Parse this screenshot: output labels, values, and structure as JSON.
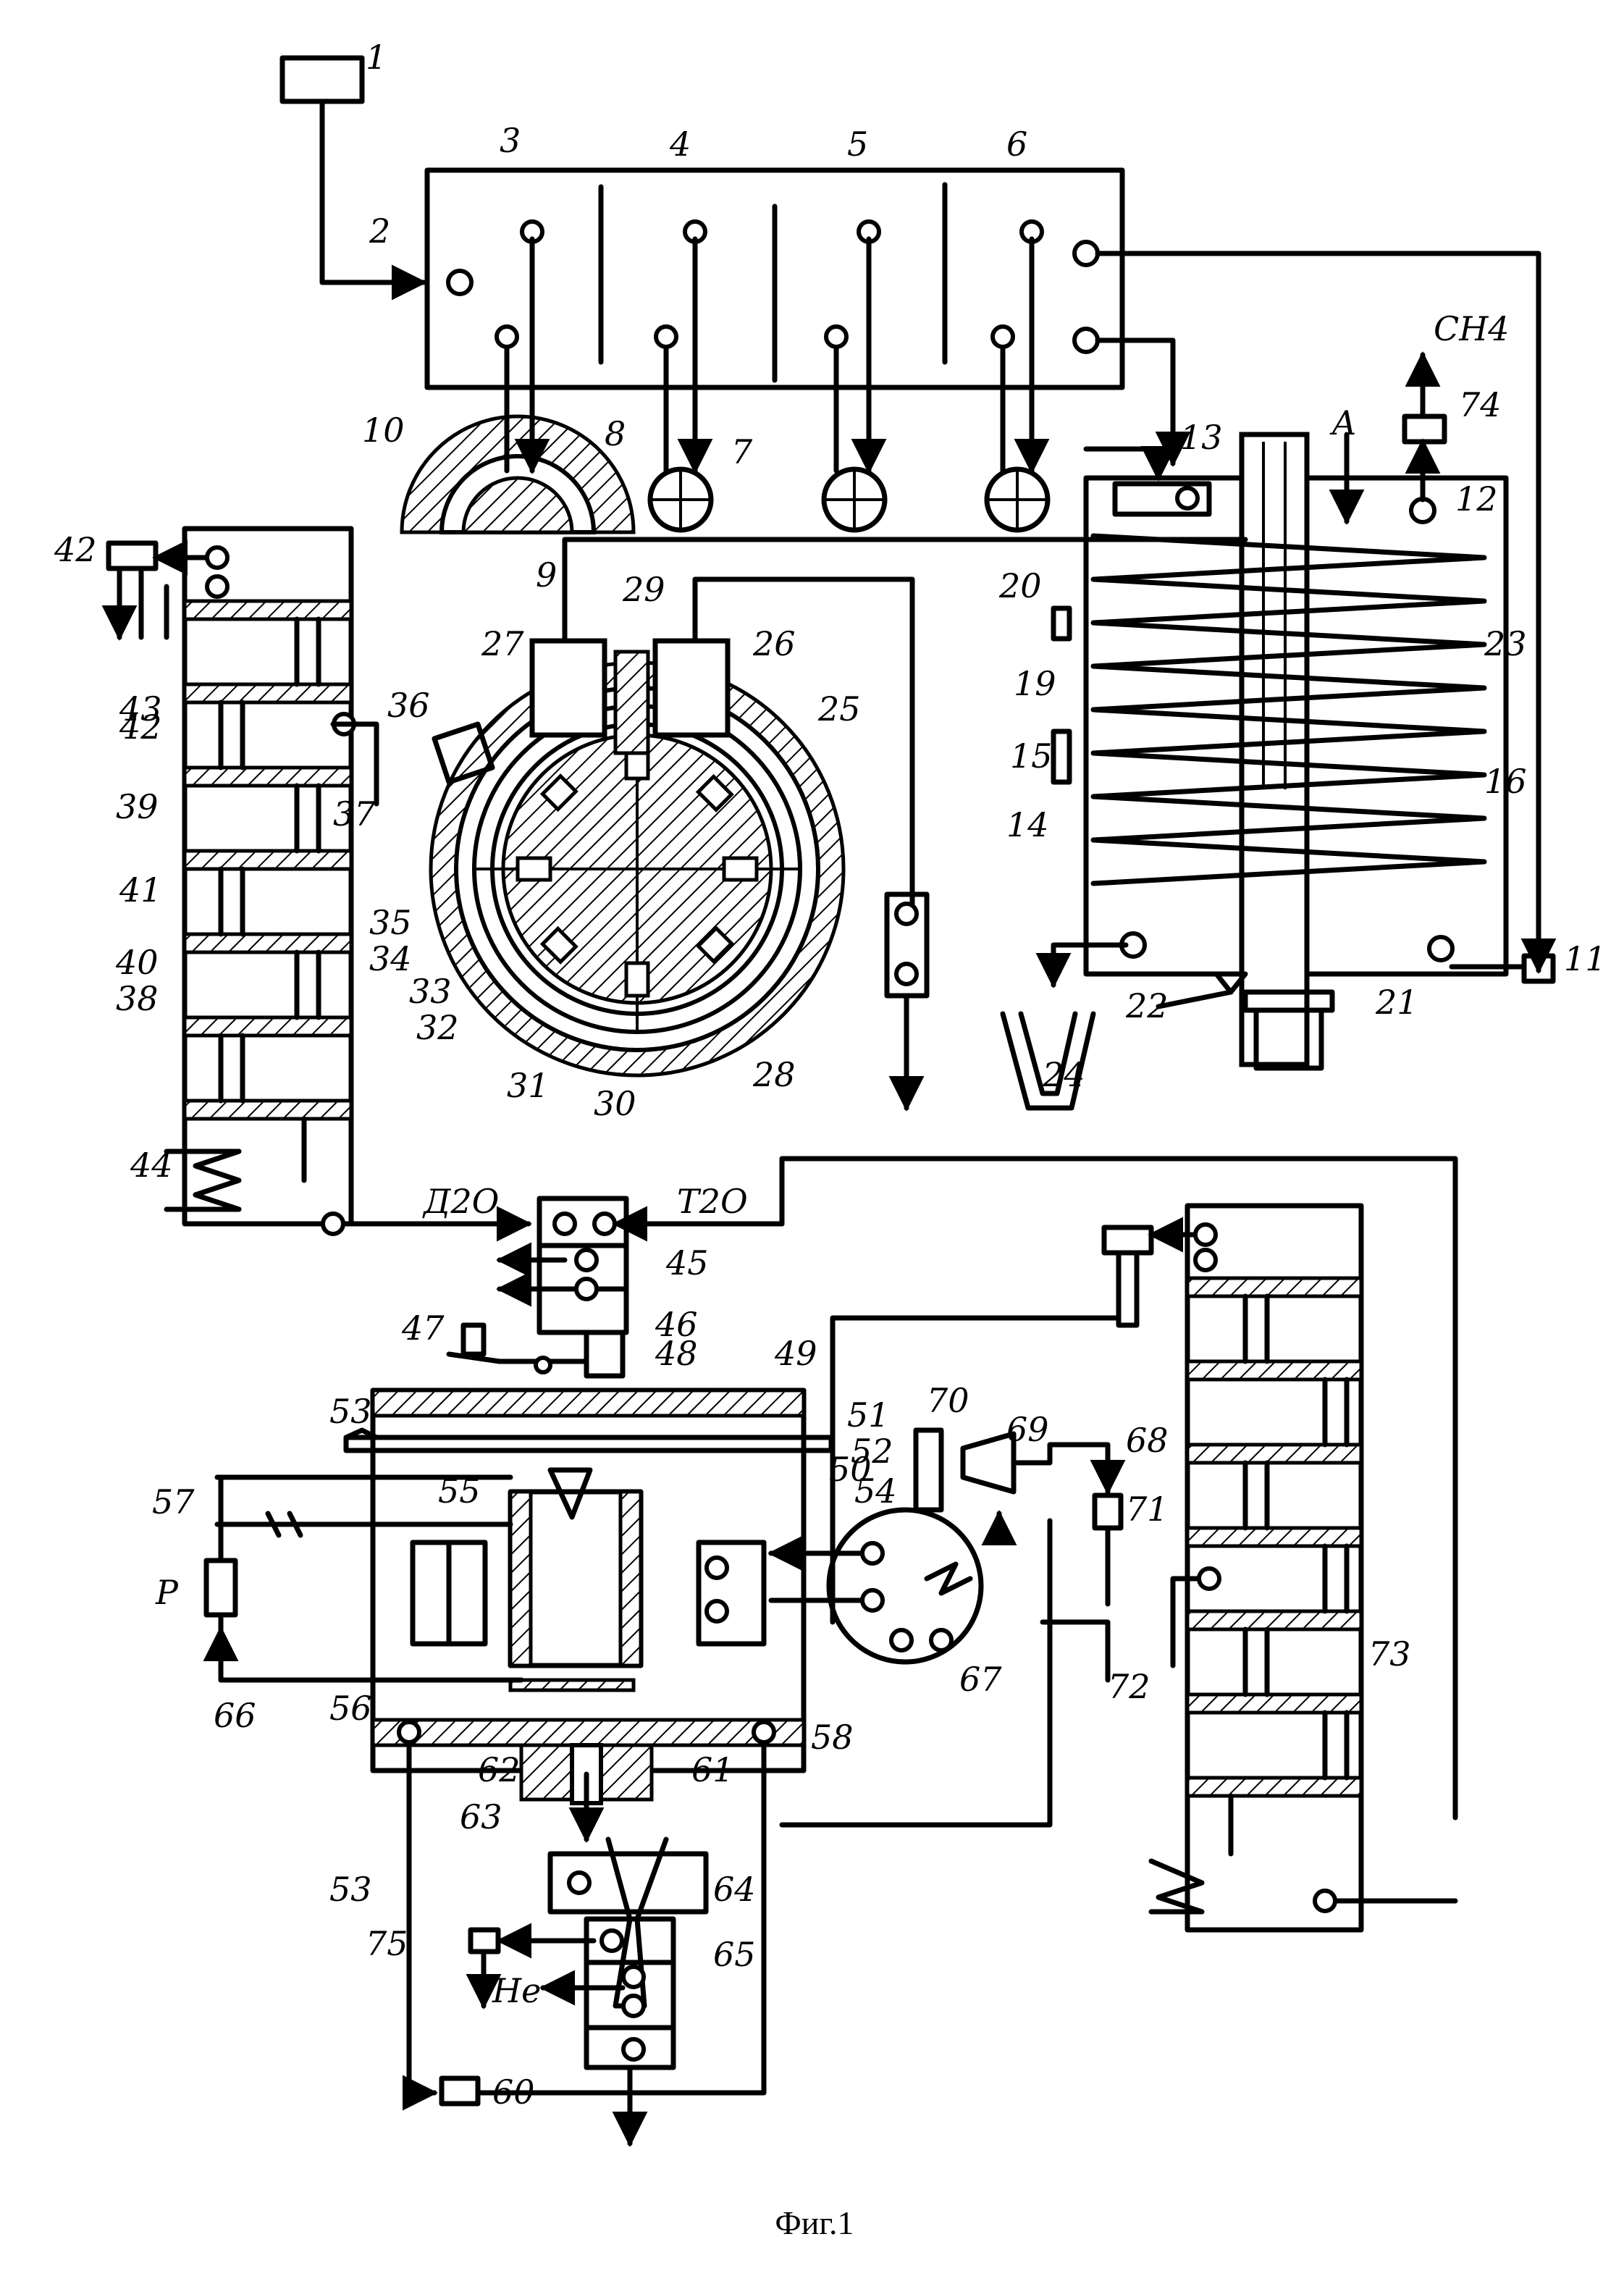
{
  "figure_caption": "Фиг.1",
  "labels": {
    "n1": "1",
    "n2": "2",
    "n3": "3",
    "n4": "4",
    "n5": "5",
    "n6": "6",
    "n7": "7",
    "n8": "8",
    "n9": "9",
    "n10": "10",
    "n11": "11",
    "n12": "12",
    "n13": "13",
    "n14": "14",
    "n15": "15",
    "n16": "16",
    "n19": "19",
    "n20": "20",
    "n21": "21",
    "n22": "22",
    "n23": "23",
    "n24": "24",
    "n25": "25",
    "n26": "26",
    "n27": "27",
    "n28": "28",
    "n29": "29",
    "n30": "30",
    "n31": "31",
    "n32": "32",
    "n33": "33",
    "n34": "34",
    "n35": "35",
    "n36": "36",
    "n37": "37",
    "n38": "38",
    "n39": "39",
    "n40": "40",
    "n41": "41",
    "n42a": "42",
    "n42b": "42",
    "n43": "43",
    "n44": "44",
    "n45": "45",
    "n46": "46",
    "n47": "47",
    "n48": "48",
    "n49": "49",
    "n50": "50",
    "n51": "51",
    "n52": "52",
    "n53a": "53",
    "n53b": "53",
    "n54": "54",
    "n55": "55",
    "n56": "56",
    "n57": "57",
    "n58": "58",
    "n60": "60",
    "n61": "61",
    "n62": "62",
    "n63": "63",
    "n64": "64",
    "n65": "65",
    "n66": "66",
    "n67": "67",
    "n68": "68",
    "n69": "69",
    "n70": "70",
    "n71": "71",
    "n72": "72",
    "n73": "73",
    "n74": "74",
    "n75": "75",
    "sym_A": "A",
    "sym_P": "P",
    "ch4": "CH4",
    "d2o": "Д2О",
    "t2o": "T2O",
    "he": "He"
  }
}
